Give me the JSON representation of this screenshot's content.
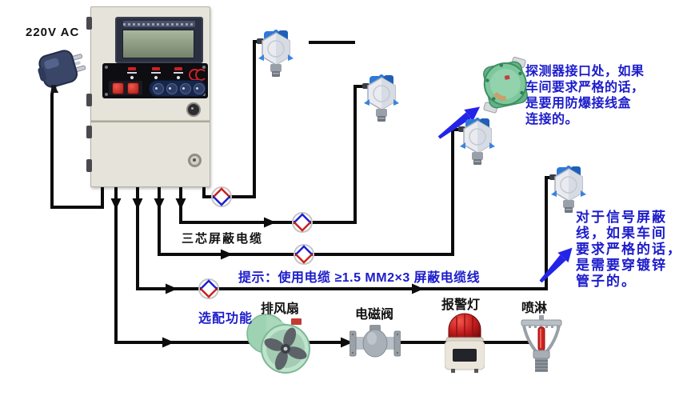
{
  "diagram": {
    "power_label": "220V AC",
    "cable_label": "三芯屏蔽电缆",
    "hint_label": "提示：使用电缆 ≥1.5 MM2×3 屏蔽电缆线",
    "optional_label": "选配功能",
    "notes": {
      "junction_box": "探测器接口处，如果\n车间要求严格的话，\n是要用防爆接线盒\n连接的。",
      "shielded_wire": "对于信号屏蔽\n线，如果车间\n要求严格的话，\n是需要穿镀锌\n管子的。"
    },
    "device_labels": {
      "fan": "排风扇",
      "valve": "电磁阀",
      "alarm": "报警灯",
      "sprinkler": "喷淋"
    },
    "icons": [
      "power-plug-icon",
      "gas-alarm-controller",
      "gas-detector-icon",
      "junction-box-icon",
      "exhaust-fan-icon",
      "solenoid-valve-icon",
      "alarm-light-icon",
      "sprinkler-icon",
      "junction-connector-icon",
      "blue-pointer-arrow-icon"
    ],
    "colors": {
      "note_blue": "#1c1ccc",
      "cable_black": "#0c0c0c",
      "connector_red": "#cc2020",
      "connector_blue": "#2020cc",
      "junction_box_green": "#7ec79d",
      "fan_green": "#a9d6ba",
      "alarm_red": "#c41f1f",
      "detector_blue": "#2e79d8",
      "controller_beige": "#e6e3da"
    }
  }
}
